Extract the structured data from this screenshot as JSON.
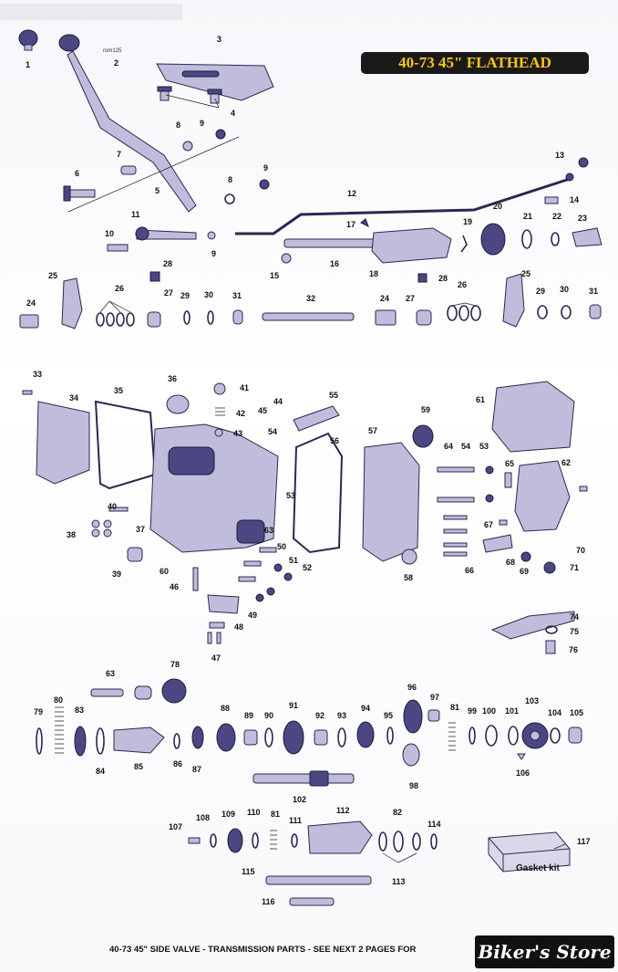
{
  "header": {
    "banner_title": "40-73 45\" FLATHEAD",
    "ref_code": "rom125"
  },
  "footer": {
    "caption": "40-73 45\" SIDE VALVE - TRANSMISSION PARTS - SEE NEXT 2 PAGES FOR",
    "watermark": "Biker's Store"
  },
  "gasket_kit_label": "Gasket kit",
  "colors": {
    "banner_bg": "#1a1a1a",
    "banner_text": "#f6c617",
    "part_fill": "#bfbcdc",
    "part_stroke": "#2a2850"
  },
  "callouts": [
    {
      "id": "c1",
      "text": "1"
    },
    {
      "id": "c2",
      "text": "2"
    },
    {
      "id": "c3",
      "text": "3"
    },
    {
      "id": "c4",
      "text": "4"
    },
    {
      "id": "c5",
      "text": "5"
    },
    {
      "id": "c6",
      "text": "6"
    },
    {
      "id": "c7",
      "text": "7"
    },
    {
      "id": "c8a",
      "text": "8"
    },
    {
      "id": "c8b",
      "text": "8"
    },
    {
      "id": "c9a",
      "text": "9"
    },
    {
      "id": "c9b",
      "text": "9"
    },
    {
      "id": "c9c",
      "text": "9"
    },
    {
      "id": "c10",
      "text": "10"
    },
    {
      "id": "c11",
      "text": "11"
    },
    {
      "id": "c12",
      "text": "12"
    },
    {
      "id": "c13",
      "text": "13"
    },
    {
      "id": "c14",
      "text": "14"
    },
    {
      "id": "c15",
      "text": "15"
    },
    {
      "id": "c16",
      "text": "16"
    },
    {
      "id": "c17",
      "text": "17"
    },
    {
      "id": "c18",
      "text": "18"
    },
    {
      "id": "c19",
      "text": "19"
    },
    {
      "id": "c20",
      "text": "20"
    },
    {
      "id": "c21",
      "text": "21"
    },
    {
      "id": "c22",
      "text": "22"
    },
    {
      "id": "c23",
      "text": "23"
    },
    {
      "id": "c24a",
      "text": "24"
    },
    {
      "id": "c24b",
      "text": "24"
    },
    {
      "id": "c25a",
      "text": "25"
    },
    {
      "id": "c25b",
      "text": "25"
    },
    {
      "id": "c26a",
      "text": "26"
    },
    {
      "id": "c26b",
      "text": "26"
    },
    {
      "id": "c27a",
      "text": "27"
    },
    {
      "id": "c27b",
      "text": "27"
    },
    {
      "id": "c28a",
      "text": "28"
    },
    {
      "id": "c28b",
      "text": "28"
    },
    {
      "id": "c29a",
      "text": "29"
    },
    {
      "id": "c29b",
      "text": "29"
    },
    {
      "id": "c30a",
      "text": "30"
    },
    {
      "id": "c30b",
      "text": "30"
    },
    {
      "id": "c31a",
      "text": "31"
    },
    {
      "id": "c31b",
      "text": "31"
    },
    {
      "id": "c32",
      "text": "32"
    },
    {
      "id": "c33",
      "text": "33"
    },
    {
      "id": "c34",
      "text": "34"
    },
    {
      "id": "c35",
      "text": "35"
    },
    {
      "id": "c36",
      "text": "36"
    },
    {
      "id": "c37",
      "text": "37"
    },
    {
      "id": "c38",
      "text": "38"
    },
    {
      "id": "c39",
      "text": "39"
    },
    {
      "id": "c40",
      "text": "40"
    },
    {
      "id": "c41",
      "text": "41"
    },
    {
      "id": "c42",
      "text": "42"
    },
    {
      "id": "c43",
      "text": "43"
    },
    {
      "id": "c44",
      "text": "44"
    },
    {
      "id": "c45",
      "text": "45"
    },
    {
      "id": "c46",
      "text": "46"
    },
    {
      "id": "c47",
      "text": "47"
    },
    {
      "id": "c48",
      "text": "48"
    },
    {
      "id": "c49",
      "text": "49"
    },
    {
      "id": "c50",
      "text": "50"
    },
    {
      "id": "c51",
      "text": "51"
    },
    {
      "id": "c52",
      "text": "52"
    },
    {
      "id": "c53a",
      "text": "53"
    },
    {
      "id": "c53b",
      "text": "53"
    },
    {
      "id": "c54a",
      "text": "54"
    },
    {
      "id": "c54b",
      "text": "54"
    },
    {
      "id": "c55",
      "text": "55"
    },
    {
      "id": "c56",
      "text": "56"
    },
    {
      "id": "c57",
      "text": "57"
    },
    {
      "id": "c58",
      "text": "58"
    },
    {
      "id": "c59",
      "text": "59"
    },
    {
      "id": "c60",
      "text": "60"
    },
    {
      "id": "c61",
      "text": "61"
    },
    {
      "id": "c62",
      "text": "62"
    },
    {
      "id": "c63a",
      "text": "63"
    },
    {
      "id": "c63b",
      "text": "63"
    },
    {
      "id": "c64",
      "text": "64"
    },
    {
      "id": "c65",
      "text": "65"
    },
    {
      "id": "c66",
      "text": "66"
    },
    {
      "id": "c67",
      "text": "67"
    },
    {
      "id": "c68",
      "text": "68"
    },
    {
      "id": "c69",
      "text": "69"
    },
    {
      "id": "c70",
      "text": "70"
    },
    {
      "id": "c71",
      "text": "71"
    },
    {
      "id": "c74",
      "text": "74"
    },
    {
      "id": "c75",
      "text": "75"
    },
    {
      "id": "c76",
      "text": "76"
    },
    {
      "id": "c78",
      "text": "78"
    },
    {
      "id": "c79",
      "text": "79"
    },
    {
      "id": "c80",
      "text": "80"
    },
    {
      "id": "c81a",
      "text": "81"
    },
    {
      "id": "c81b",
      "text": "81"
    },
    {
      "id": "c82",
      "text": "82"
    },
    {
      "id": "c83",
      "text": "83"
    },
    {
      "id": "c84",
      "text": "84"
    },
    {
      "id": "c85",
      "text": "85"
    },
    {
      "id": "c86",
      "text": "86"
    },
    {
      "id": "c87",
      "text": "87"
    },
    {
      "id": "c88",
      "text": "88"
    },
    {
      "id": "c89",
      "text": "89"
    },
    {
      "id": "c90",
      "text": "90"
    },
    {
      "id": "c91",
      "text": "91"
    },
    {
      "id": "c92",
      "text": "92"
    },
    {
      "id": "c93",
      "text": "93"
    },
    {
      "id": "c94",
      "text": "94"
    },
    {
      "id": "c95",
      "text": "95"
    },
    {
      "id": "c96",
      "text": "96"
    },
    {
      "id": "c97",
      "text": "97"
    },
    {
      "id": "c98",
      "text": "98"
    },
    {
      "id": "c99",
      "text": "99"
    },
    {
      "id": "c100",
      "text": "100"
    },
    {
      "id": "c101",
      "text": "101"
    },
    {
      "id": "c102",
      "text": "102"
    },
    {
      "id": "c103",
      "text": "103"
    },
    {
      "id": "c104",
      "text": "104"
    },
    {
      "id": "c105",
      "text": "105"
    },
    {
      "id": "c106",
      "text": "106"
    },
    {
      "id": "c107",
      "text": "107"
    },
    {
      "id": "c108",
      "text": "108"
    },
    {
      "id": "c109",
      "text": "109"
    },
    {
      "id": "c110",
      "text": "110"
    },
    {
      "id": "c111",
      "text": "111"
    },
    {
      "id": "c112",
      "text": "112"
    },
    {
      "id": "c113",
      "text": "113"
    },
    {
      "id": "c114",
      "text": "114"
    },
    {
      "id": "c115",
      "text": "115"
    },
    {
      "id": "c116",
      "text": "116"
    },
    {
      "id": "c117",
      "text": "117"
    }
  ]
}
